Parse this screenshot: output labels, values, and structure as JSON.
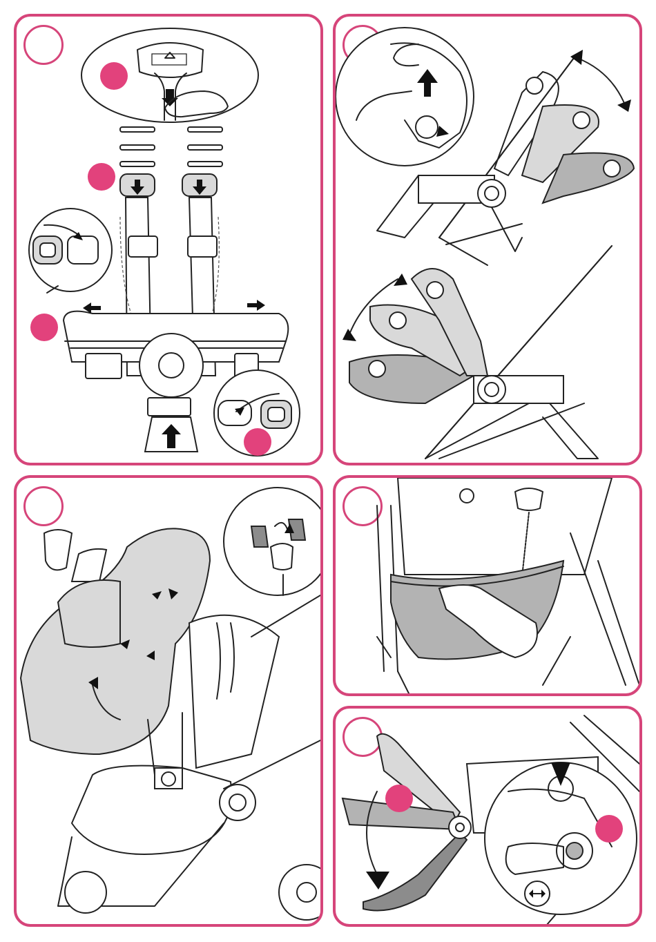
{
  "colors": {
    "accent": "#d6457a",
    "marker": "#e2427c",
    "fabric_light": "#d9d9d9",
    "fabric_mid": "#b3b3b3",
    "fabric_dark": "#8c8c8c"
  },
  "panels": [
    {
      "id": "harness",
      "icons": [
        "harness-icon",
        "buckle-icon",
        "arrow-icon"
      ]
    },
    {
      "id": "backrest-recline",
      "icons": [
        "backrest-icon",
        "curved-arrow-icon",
        "hand-icon"
      ]
    },
    {
      "id": "seat-liner",
      "icons": [
        "seat-cover-icon",
        "arrow-icon"
      ]
    },
    {
      "id": "basket-zip",
      "icons": [
        "hand-icon",
        "zipper-icon"
      ]
    },
    {
      "id": "leg-rest",
      "icons": [
        "leg-rest-icon",
        "finger-icon",
        "press-icon",
        "rotate-icon"
      ]
    }
  ]
}
